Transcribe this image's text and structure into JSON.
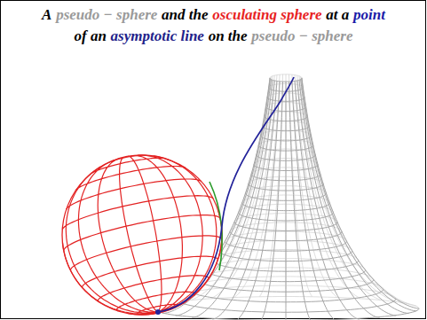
{
  "diagram": {
    "labels": [
      "A",
      "pseudo − sphere",
      "and the",
      "osculating sphere",
      "at a",
      "point",
      "of an",
      "asymptotic line",
      "on the",
      "pseudo − sphere"
    ]
  }
}
